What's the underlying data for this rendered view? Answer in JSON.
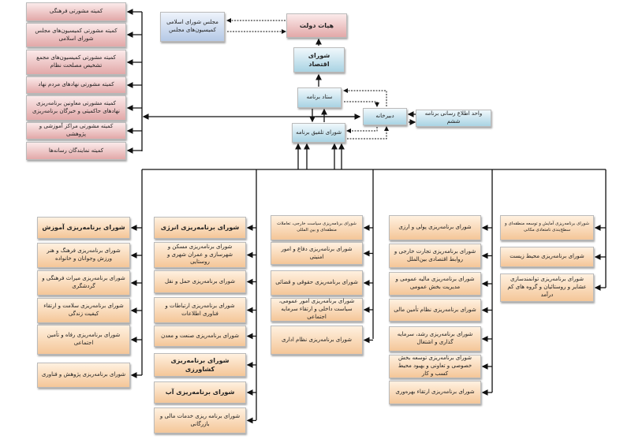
{
  "top": {
    "government": "هیات دولت",
    "parliament": "مجلس شورای اسلامی کمیسیون‌های مجلس",
    "economic_council": "شورای اقتصاد",
    "program_hq": "ستاد برنامه",
    "secretariat": "دبیرخانه",
    "info_unit": "واحد اطلاع رسانی برنامه ششم",
    "implementation_council": "شورای تلفیق برنامه"
  },
  "committees": [
    "کمیته مشورتی فرهنگی",
    "کمیته مشورتی کمیسیون‌های مجلس شورای اسلامی",
    "کمیته مشورتی کمیسیون‌های مجمع تشخیص مصلحت نظام",
    "کمیته مشورتی نهادهای مردم نهاد",
    "کمیته مشورتی معاونین برنامه‌ریزی نهادهای حاکمیتی و خبرگان برنامه‌ریزی",
    "کمیته مشورتی مراکز آموزشی و پژوهشی",
    "کمیته نمایندگان رسانه‌ها"
  ],
  "col1": [
    "شورای برنامه‌ریزی آموزش",
    "شورای برنامه‌ریزی فرهنگ و هنر ورزش وجوانان و خانواده",
    "شورای برنامه‌ریزی میراث فرهنگی و گردشگری",
    "شورای برنامه‌ریزی سلامت و ارتقاء کیفیت زندگی",
    "شورای برنامه‌ریزی رفاه و تأمین اجتماعی",
    "شورای برنامه‌ریزی پژوهش و فناوری"
  ],
  "col2": [
    "شورای برنامه‌ریزی انرژی",
    "شورای برنامه‌ریزی مسکن و شهرسازی و عمران شهری و روستایی",
    "شورای برنامه‌ریزی حمل و نقل",
    "شورای برنامه‌ریزی ارتباطات و فناوری اطلاعات",
    "شورای برنامه‌ریزی صنعت و معدن",
    "شورای برنامه‌ریزی کشاورزی",
    "شورای برنامه‌ریزی آب",
    "شورای برنامه ریزی خدمات مالی و بازرگانی"
  ],
  "col3": [
    "شورای برنامه‌ریزی سیاست خارجی، تعاملات منطقه‌ای و بین المللی",
    "شورای برنامه‌ریزی دفاع و امور امنیتی",
    "شورای برنامه‌ریزی حقوقی و قضائی",
    "شورای برنامه‌ریزی امور عمومی، سیاست داخلی و ارتقاء سرمایه اجتماعی",
    "شورای برنامه‌ریزی نظام اداری"
  ],
  "col4": [
    "شورای برنامه‌ریزی پولی و ارزی",
    "شورای برنامه‌ریزی تجارت خارجی و روابط اقتصادی بین‌الملل",
    "شورای برنامه‌ریزی مالیه عمومی و مدیریت بخش عمومی",
    "شورای برنامه‌ریزی نظام تأمین مالی",
    "شورای برنامه‌ریزی رشد، سرمایه گذاری و اشتغال",
    "شورای برنامه‌ریزی توسعه بخش خصوصی و تعاونی و بهبود محیط کسب و کار",
    "شورای برنامه‌ریزی ارتقاء بهره‌وری"
  ],
  "col5": [
    "شورای برنامه‌ریزی آمایش و توسعه منطقه‌ای و سطح‌بندی نامتعادی مکانی",
    "شورای برنامه‌ریزی محیط زیست",
    "شورای برنامه‌ریزی توانمندسازی عشایر و روستائیان و گروه های کم درآمد"
  ]
}
